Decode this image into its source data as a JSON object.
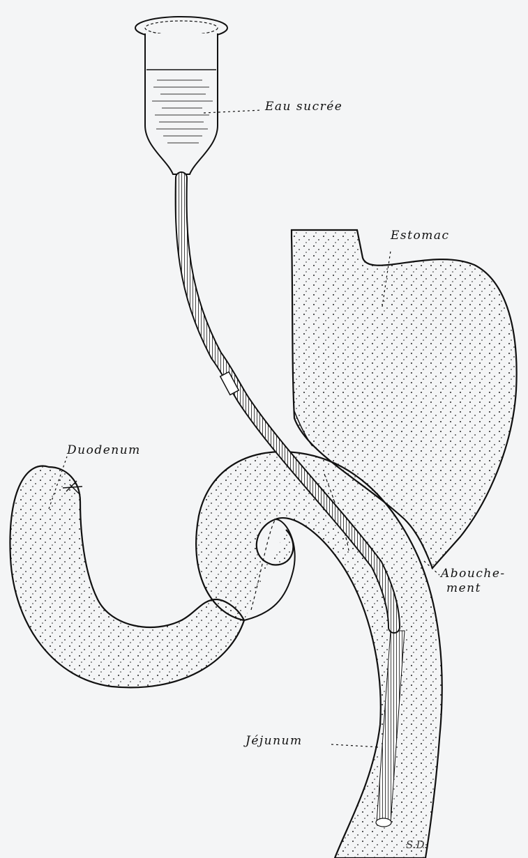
{
  "labels": {
    "eau_sucree": "Eau sucrée",
    "estomac": "Estomac",
    "duodenum": "Duodenum",
    "abouchement_line1": "Abouche-",
    "abouchement_line2": "ment",
    "jejunum": "Jéjunum",
    "signature": "S.D."
  },
  "colors": {
    "background": "#f4f5f6",
    "ink": "#111111",
    "organ_fill": "#f4f5f6"
  }
}
